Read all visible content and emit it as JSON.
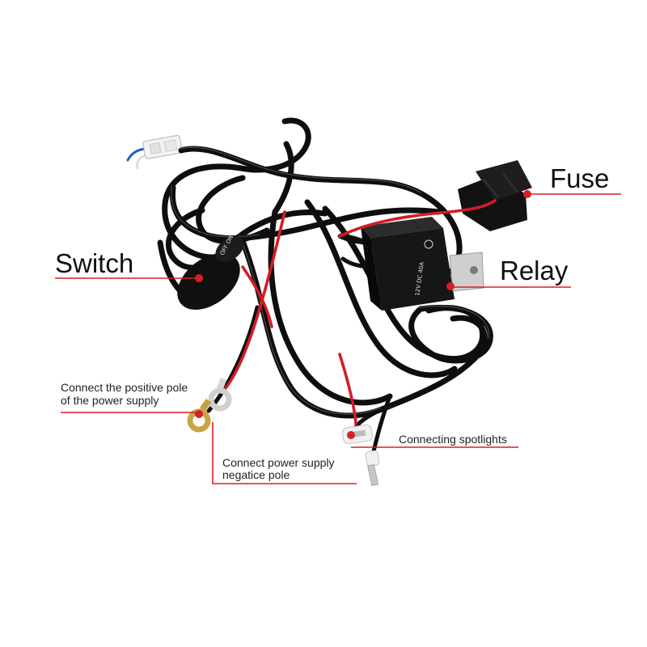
{
  "labels": {
    "fuse": "Fuse",
    "relay": "Relay",
    "switch": "Switch",
    "positive_pole": {
      "line1": "Connect the positive pole",
      "line2": "of the power supply"
    },
    "negative_pole": {
      "line1": "Connect power supply",
      "line2": "negatice pole"
    },
    "spotlights": "Connecting spotlights"
  },
  "device_text": {
    "switch_marking": "OFF ON",
    "relay_marking": "12V DC 40A"
  },
  "colors": {
    "background": "#ffffff",
    "callout_accent": "#d81f26",
    "wire_black": "#0e0e0e",
    "wire_red": "#d41c24",
    "terminal_gold": "#c9a444",
    "terminal_silver": "#d0d0d0"
  }
}
